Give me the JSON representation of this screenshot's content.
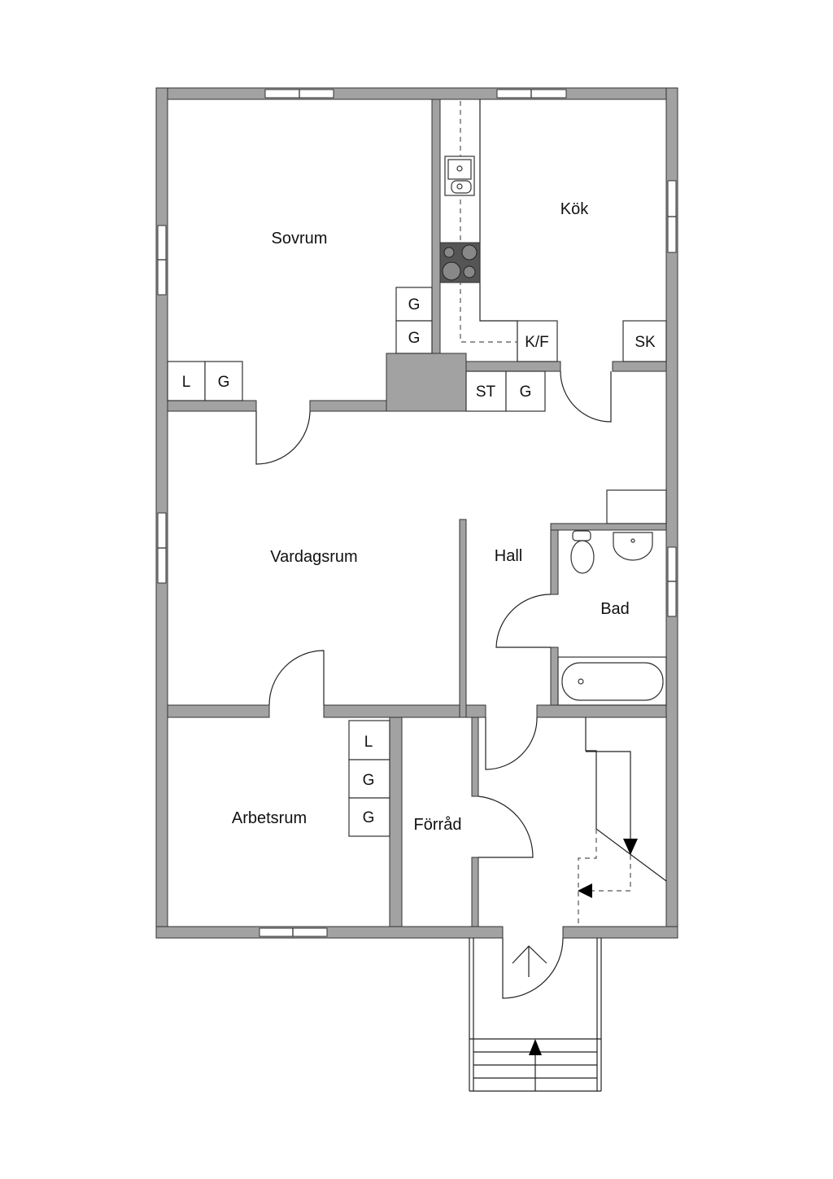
{
  "rooms": {
    "sovrum": "Sovrum",
    "kok": "Kök",
    "vardagsrum": "Vardagsrum",
    "hall": "Hall",
    "bad": "Bad",
    "arbetsrum": "Arbetsrum",
    "forrad": "Förråd"
  },
  "fixtures": {
    "sovrum_g1": "G",
    "sovrum_g2": "G",
    "sovrum_l": "L",
    "sovrum_g3": "G",
    "hall_st": "ST",
    "hall_g": "G",
    "kok_kf": "K/F",
    "kok_sk": "SK",
    "arbetsrum_l": "L",
    "arbetsrum_g1": "G",
    "arbetsrum_g2": "G"
  },
  "colors": {
    "wall": "#a2a2a2",
    "outline": "#333333"
  }
}
